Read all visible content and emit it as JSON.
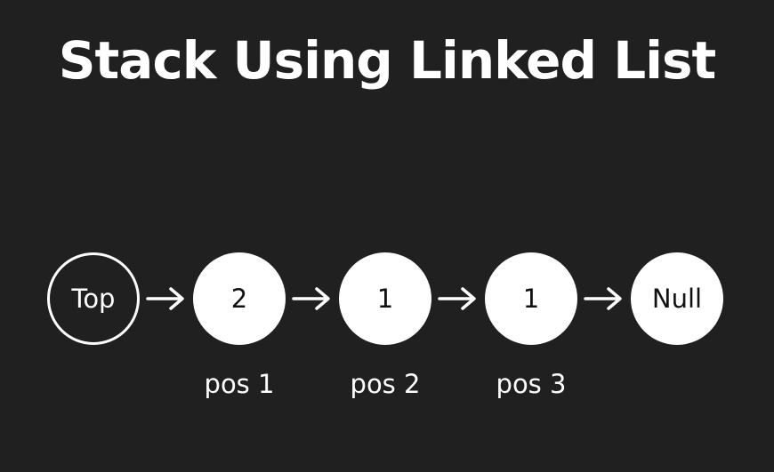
{
  "title": "Stack Using Linked List",
  "nodes": [
    {
      "label": "Top",
      "style": "outline"
    },
    {
      "label": "2",
      "style": "filled"
    },
    {
      "label": "1",
      "style": "filled"
    },
    {
      "label": "1",
      "style": "filled"
    },
    {
      "label": "Null",
      "style": "filled"
    }
  ],
  "positions": [
    "pos 1",
    "pos 2",
    "pos 3"
  ],
  "colors": {
    "background": "#202020",
    "foreground": "#ffffff",
    "node_text": "#111111"
  },
  "icons": [
    "right-arrow-icon"
  ]
}
